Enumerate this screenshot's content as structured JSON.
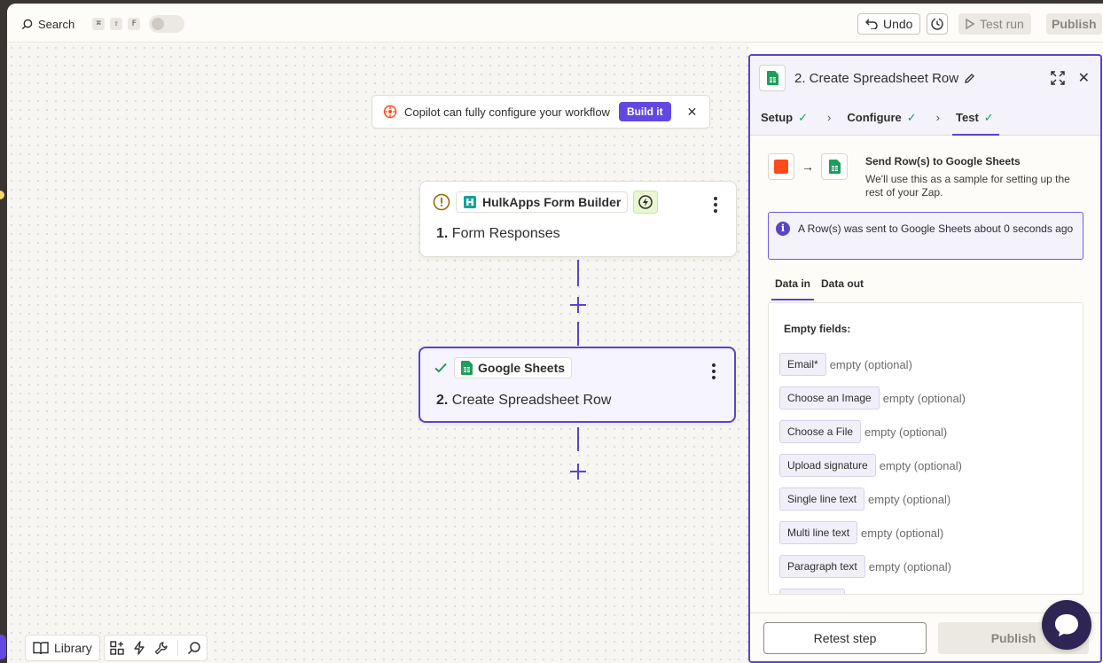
{
  "topbar": {
    "search_label": "Search",
    "shortcut_keys": [
      "⌘",
      "⇧",
      "F"
    ],
    "undo_label": "Undo",
    "testrun_label": "Test run",
    "publish_label": "Publish"
  },
  "copilot": {
    "text": "Copilot can fully configure your workflow",
    "build_label": "Build it",
    "close_label": "✕"
  },
  "steps": [
    {
      "app": "HulkApps Form Builder",
      "number": "1.",
      "title": "Form Responses",
      "status_icon": "warning-icon"
    },
    {
      "app": "Google Sheets",
      "number": "2.",
      "title": "Create Spreadsheet Row",
      "status_icon": "check-icon"
    }
  ],
  "bottom_toolbar": {
    "library_label": "Library"
  },
  "panel": {
    "title": "2. Create Spreadsheet Row",
    "close_label": "✕",
    "tabs": [
      {
        "label": "Setup",
        "check": "✓"
      },
      {
        "label": "Configure",
        "check": "✓"
      },
      {
        "label": "Test",
        "check": "✓"
      }
    ],
    "send_title": "Send Row(s) to Google Sheets",
    "send_desc": "We'll use this as a sample for setting up the rest of your Zap.",
    "info_text": "A Row(s) was sent to Google Sheets about 0 seconds ago",
    "data_tabs": [
      "Data in",
      "Data out"
    ],
    "empty_fields_label": "Empty fields:",
    "fields": [
      {
        "name": "Email*",
        "value": "empty (optional)"
      },
      {
        "name": "Choose an Image",
        "value": "empty (optional)"
      },
      {
        "name": "Choose a File",
        "value": "empty (optional)"
      },
      {
        "name": "Upload signature",
        "value": "empty (optional)"
      },
      {
        "name": "Single line text",
        "value": "empty (optional)"
      },
      {
        "name": "Multi line text",
        "value": "empty (optional)"
      },
      {
        "name": "Paragraph text",
        "value": "empty (optional)"
      }
    ],
    "retest_label": "Retest step",
    "publish_label": "Publish"
  },
  "colors": {
    "accent": "#5b44c9",
    "build_button": "#6248e0",
    "success": "#1f9d55"
  }
}
